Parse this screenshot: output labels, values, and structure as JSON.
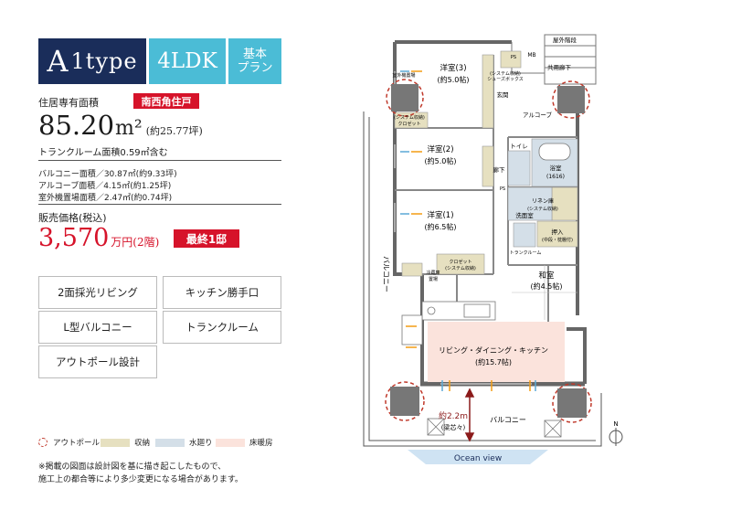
{
  "header": {
    "type_a": "A",
    "type_b": "1type",
    "ldk": "4LDK",
    "plan_line1": "基本",
    "plan_line2": "プラン"
  },
  "area": {
    "label": "住居専有面積",
    "corner_badge": "南西角住戸",
    "value": "85.20",
    "unit": "m²",
    "tsubo": "(約25.77坪)",
    "trunk": "トランクルーム面積0.59㎡含む"
  },
  "specs": [
    "バルコニー面積／30.87㎡(約9.33坪)",
    "アルコーブ面積／4.15㎡(約1.25坪)",
    "室外機置場面積／2.47㎡(約0.74坪)"
  ],
  "price": {
    "label": "販売価格(税込)",
    "value": "3,570",
    "unit": "万円(2階)",
    "badge": "最終1邸"
  },
  "features": [
    "2面採光リビング",
    "キッチン勝手口",
    "L型バルコニー",
    "トランクルーム",
    "アウトポール設計"
  ],
  "legend": {
    "outpole": "アウトポール",
    "storage": "収納",
    "water": "水廻り",
    "floorheat": "床暖房"
  },
  "legend_colors": {
    "storage": "#e6e0c0",
    "water": "#d4dfe8",
    "floorheat": "#fbe3dc"
  },
  "notes": [
    "※掲載の図面は設計図を基に描き起こしたもので、",
    "施工上の都合等により多少変更になる場合があります。"
  ],
  "plan": {
    "room3_name": "洋室(3)",
    "room3_size": "(約5.0帖)",
    "room2_name": "洋室(2)",
    "room2_size": "(約5.0帖)",
    "room1_name": "洋室(1)",
    "room1_size": "(約6.5帖)",
    "washitsu_name": "和室",
    "washitsu_size": "(約4.5帖)",
    "ldk_name": "リビング・ダイニング・キッチン",
    "ldk_size": "(約15.7帖)",
    "genkan": "玄関",
    "rouka": "廊下",
    "toilet": "トイレ",
    "bath_name": "浴室",
    "bath_size": "(1616)",
    "senmen": "洗面室",
    "linen": "リネン庫",
    "linen_sub": "(システム収納)",
    "oshiire": "押入",
    "oshiire_sub": "(中段・枕棚付)",
    "alcove": "アルコーブ",
    "kyoyo_rouka": "共用廊下",
    "okugai_kaidan": "屋外階段",
    "shoes": "(システム収納)",
    "shoes_sub": "シューズボックス",
    "closet": "クロゼット",
    "closet_sub": "(システム収納)",
    "closet2": "クロゼット",
    "closet2_sub": "(システム収納)",
    "reizouko": "冷蔵庫",
    "reizouko_sub": "置場",
    "trunk_room": "トランクルーム",
    "shitsugaiki": "室外機置場",
    "mb": "MB",
    "ps": "PS",
    "pipe": "PS",
    "balcony_side": "バルコニー",
    "balcony_bottom": "バルコニー",
    "depth": "約2.2m",
    "depth_sub": "(梁芯々)",
    "view": "Ocean view",
    "compass": "N"
  }
}
